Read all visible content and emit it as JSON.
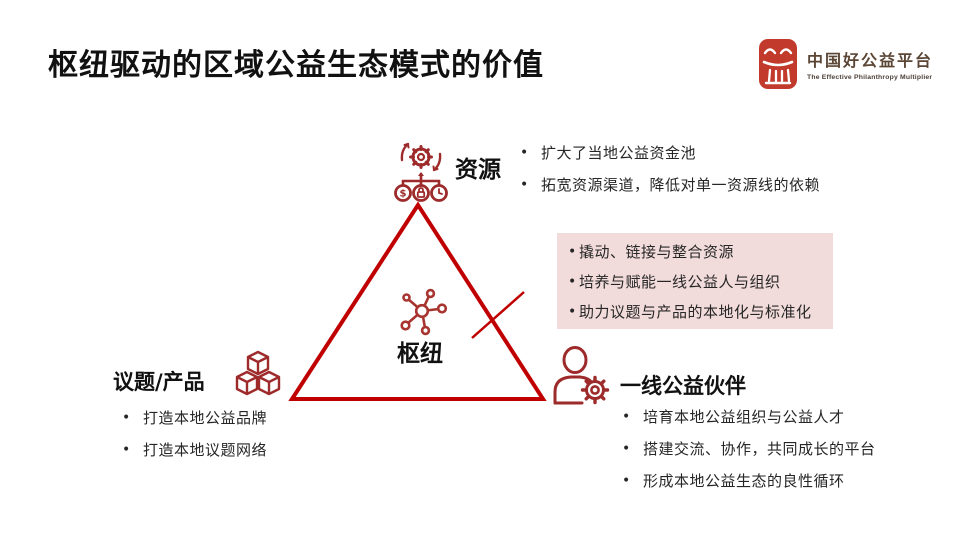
{
  "slide": {
    "title": "枢纽驱动的区域公益生态模式的价值"
  },
  "logo": {
    "name": "中国好公益平台",
    "tagline": "The Effective Philanthropy Multiplier",
    "seal_icon": "philanthropy-seal-icon"
  },
  "diagram": {
    "type": "triangle-hub-model",
    "center": {
      "label": "枢纽",
      "icon": "hub-network-icon"
    },
    "vertices": {
      "top": {
        "label": "资源",
        "icon": "resources-gear-icon",
        "bullets": [
          "扩大了当地公益资金池",
          "拓宽资源渠道，降低对单一资源线的依赖"
        ]
      },
      "bottom_left": {
        "label": "议题/产品",
        "icon": "cubes-icon",
        "bullets": [
          "打造本地公益品牌",
          "打造本地议题网络"
        ]
      },
      "bottom_right": {
        "label": "一线公益伙伴",
        "icon": "person-gear-icon",
        "bullets": [
          "培育本地公益组织与公益人才",
          "搭建交流、协作，共同成长的平台",
          "形成本地公益生态的良性循环"
        ]
      }
    },
    "callout": {
      "bullets": [
        "撬动、链接与整合资源",
        "培养与赋能一线公益人与组织",
        "助力议题与产品的本地化与标准化"
      ]
    },
    "bullet_char": "•",
    "colors": {
      "triangle": "#C00000",
      "icon": "#9E2B2B",
      "callout_bg": "#F2DCDB",
      "seal_red": "#C23A2B",
      "logo_brown": "#5B4636"
    }
  }
}
